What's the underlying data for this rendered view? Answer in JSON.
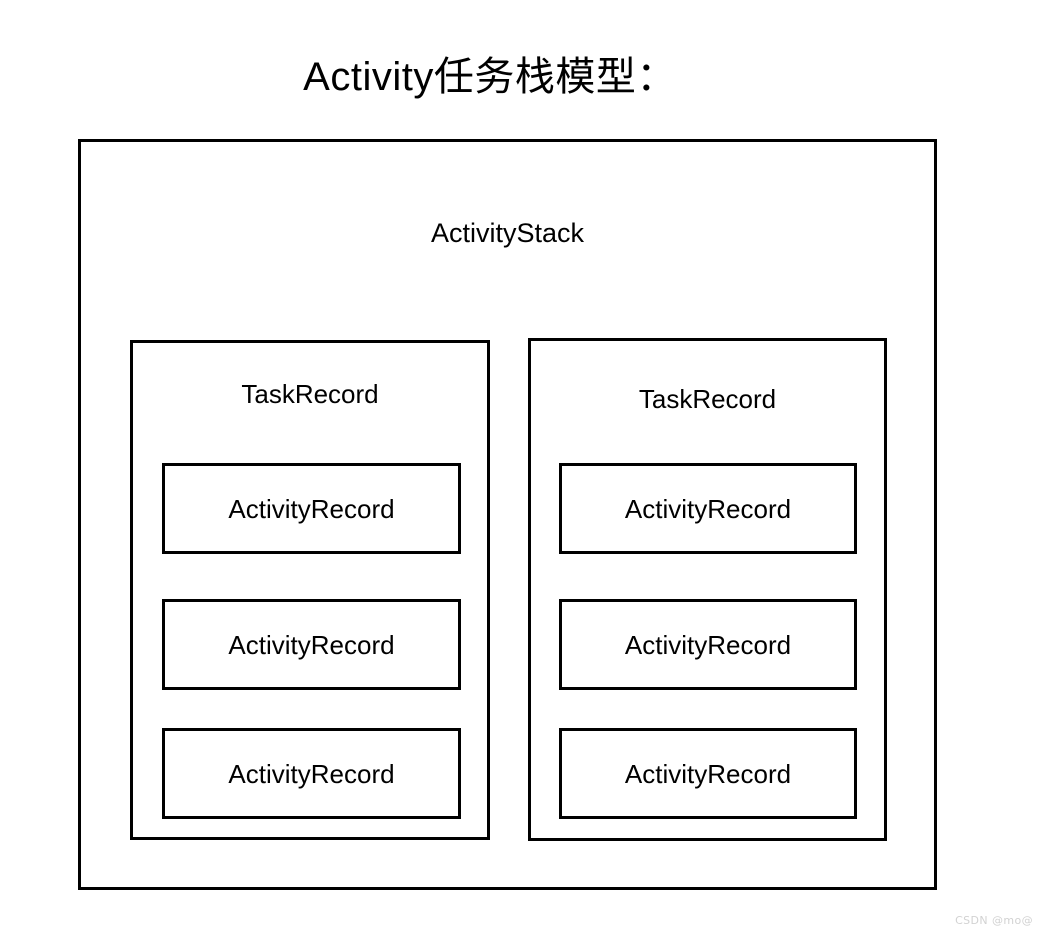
{
  "title": "Activity任务栈模型：",
  "stack": {
    "label": "ActivityStack",
    "tasks": [
      {
        "label": "TaskRecord",
        "activities": [
          {
            "label": "ActivityRecord"
          },
          {
            "label": "ActivityRecord"
          },
          {
            "label": "ActivityRecord"
          }
        ]
      },
      {
        "label": "TaskRecord",
        "activities": [
          {
            "label": "ActivityRecord"
          },
          {
            "label": "ActivityRecord"
          },
          {
            "label": "ActivityRecord"
          }
        ]
      }
    ]
  },
  "watermark": "CSDN @mo@",
  "colors": {
    "background": "#ffffff",
    "stroke": "#000000",
    "text": "#000000",
    "watermark": "#d2d2d2"
  }
}
